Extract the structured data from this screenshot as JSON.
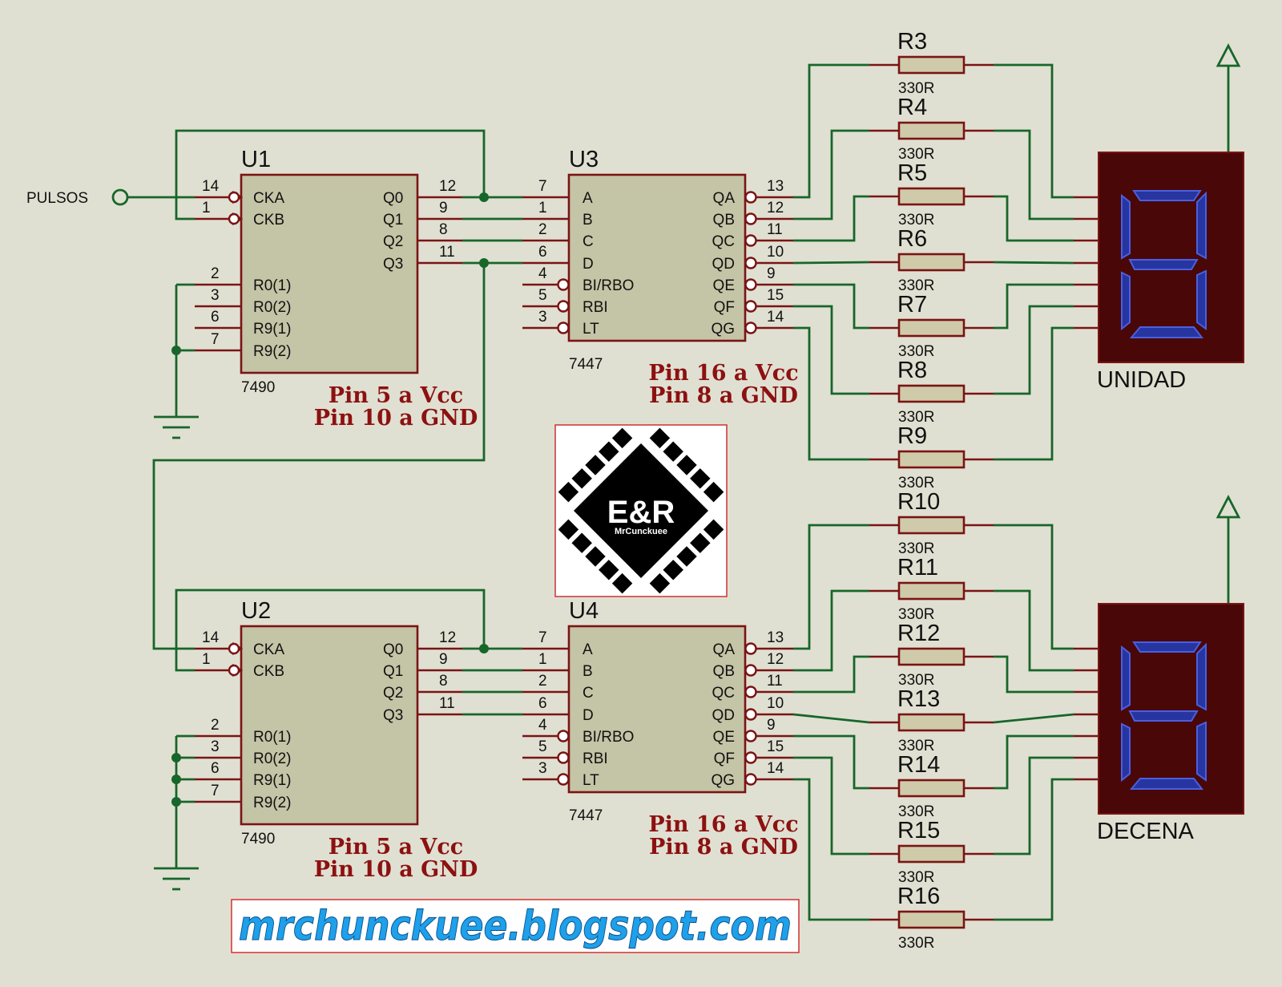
{
  "input_label": "PULSOS",
  "counters": [
    {
      "ref": "U1",
      "type": "7490",
      "inputs": [
        {
          "pin": "14",
          "name": "CKA"
        },
        {
          "pin": "1",
          "name": "CKB"
        }
      ],
      "resets": [
        {
          "pin": "2",
          "name": "R0(1)"
        },
        {
          "pin": "3",
          "name": "R0(2)"
        },
        {
          "pin": "6",
          "name": "R9(1)"
        },
        {
          "pin": "7",
          "name": "R9(2)"
        }
      ],
      "outputs": [
        {
          "pin": "12",
          "name": "Q0"
        },
        {
          "pin": "9",
          "name": "Q1"
        },
        {
          "pin": "8",
          "name": "Q2"
        },
        {
          "pin": "11",
          "name": "Q3"
        }
      ],
      "note_line1": "Pin 5 a Vcc",
      "note_line2": "Pin 10 a GND"
    },
    {
      "ref": "U2",
      "type": "7490",
      "inputs": [
        {
          "pin": "14",
          "name": "CKA"
        },
        {
          "pin": "1",
          "name": "CKB"
        }
      ],
      "resets": [
        {
          "pin": "2",
          "name": "R0(1)"
        },
        {
          "pin": "3",
          "name": "R0(2)"
        },
        {
          "pin": "6",
          "name": "R9(1)"
        },
        {
          "pin": "7",
          "name": "R9(2)"
        }
      ],
      "outputs": [
        {
          "pin": "12",
          "name": "Q0"
        },
        {
          "pin": "9",
          "name": "Q1"
        },
        {
          "pin": "8",
          "name": "Q2"
        },
        {
          "pin": "11",
          "name": "Q3"
        }
      ],
      "note_line1": "Pin 5 a Vcc",
      "note_line2": "Pin 10 a GND"
    }
  ],
  "decoders": [
    {
      "ref": "U3",
      "type": "7447",
      "inputs": [
        {
          "pin": "7",
          "name": "A"
        },
        {
          "pin": "1",
          "name": "B"
        },
        {
          "pin": "2",
          "name": "C"
        },
        {
          "pin": "6",
          "name": "D"
        },
        {
          "pin": "4",
          "name": "BI/RBO"
        },
        {
          "pin": "5",
          "name": "RBI"
        },
        {
          "pin": "3",
          "name": "LT"
        }
      ],
      "outputs": [
        {
          "pin": "13",
          "name": "QA"
        },
        {
          "pin": "12",
          "name": "QB"
        },
        {
          "pin": "11",
          "name": "QC"
        },
        {
          "pin": "10",
          "name": "QD"
        },
        {
          "pin": "9",
          "name": "QE"
        },
        {
          "pin": "15",
          "name": "QF"
        },
        {
          "pin": "14",
          "name": "QG"
        }
      ],
      "note_line1": "Pin 16 a Vcc",
      "note_line2": "Pin 8 a GND"
    },
    {
      "ref": "U4",
      "type": "7447",
      "inputs": [
        {
          "pin": "7",
          "name": "A"
        },
        {
          "pin": "1",
          "name": "B"
        },
        {
          "pin": "2",
          "name": "C"
        },
        {
          "pin": "6",
          "name": "D"
        },
        {
          "pin": "4",
          "name": "BI/RBO"
        },
        {
          "pin": "5",
          "name": "RBI"
        },
        {
          "pin": "3",
          "name": "LT"
        }
      ],
      "outputs": [
        {
          "pin": "13",
          "name": "QA"
        },
        {
          "pin": "12",
          "name": "QB"
        },
        {
          "pin": "11",
          "name": "QC"
        },
        {
          "pin": "10",
          "name": "QD"
        },
        {
          "pin": "9",
          "name": "QE"
        },
        {
          "pin": "15",
          "name": "QF"
        },
        {
          "pin": "14",
          "name": "QG"
        }
      ],
      "note_line1": "Pin 16 a Vcc",
      "note_line2": "Pin 8 a GND"
    }
  ],
  "resistors": [
    {
      "ref": "R3",
      "value": "330R"
    },
    {
      "ref": "R4",
      "value": "330R"
    },
    {
      "ref": "R5",
      "value": "330R"
    },
    {
      "ref": "R6",
      "value": "330R"
    },
    {
      "ref": "R7",
      "value": "330R"
    },
    {
      "ref": "R8",
      "value": "330R"
    },
    {
      "ref": "R9",
      "value": "330R"
    },
    {
      "ref": "R10",
      "value": "330R"
    },
    {
      "ref": "R11",
      "value": "330R"
    },
    {
      "ref": "R12",
      "value": "330R"
    },
    {
      "ref": "R13",
      "value": "330R"
    },
    {
      "ref": "R14",
      "value": "330R"
    },
    {
      "ref": "R15",
      "value": "330R"
    },
    {
      "ref": "R16",
      "value": "330R"
    }
  ],
  "displays": [
    {
      "label": "UNIDAD"
    },
    {
      "label": "DECENA"
    }
  ],
  "logo": {
    "text": "E&R",
    "subtext": "MrCunckuee"
  },
  "blog_url": "mrchunckuee.blogspot.com",
  "colors": {
    "background": "#e0e0d2",
    "wire": "#17662a",
    "pin": "#7a1414",
    "component_body": "#c4c4a6",
    "note_text": "#8c1111",
    "display_body": "#4a0707",
    "segment": "#2635a0",
    "url_text": "#1ea0ea"
  }
}
